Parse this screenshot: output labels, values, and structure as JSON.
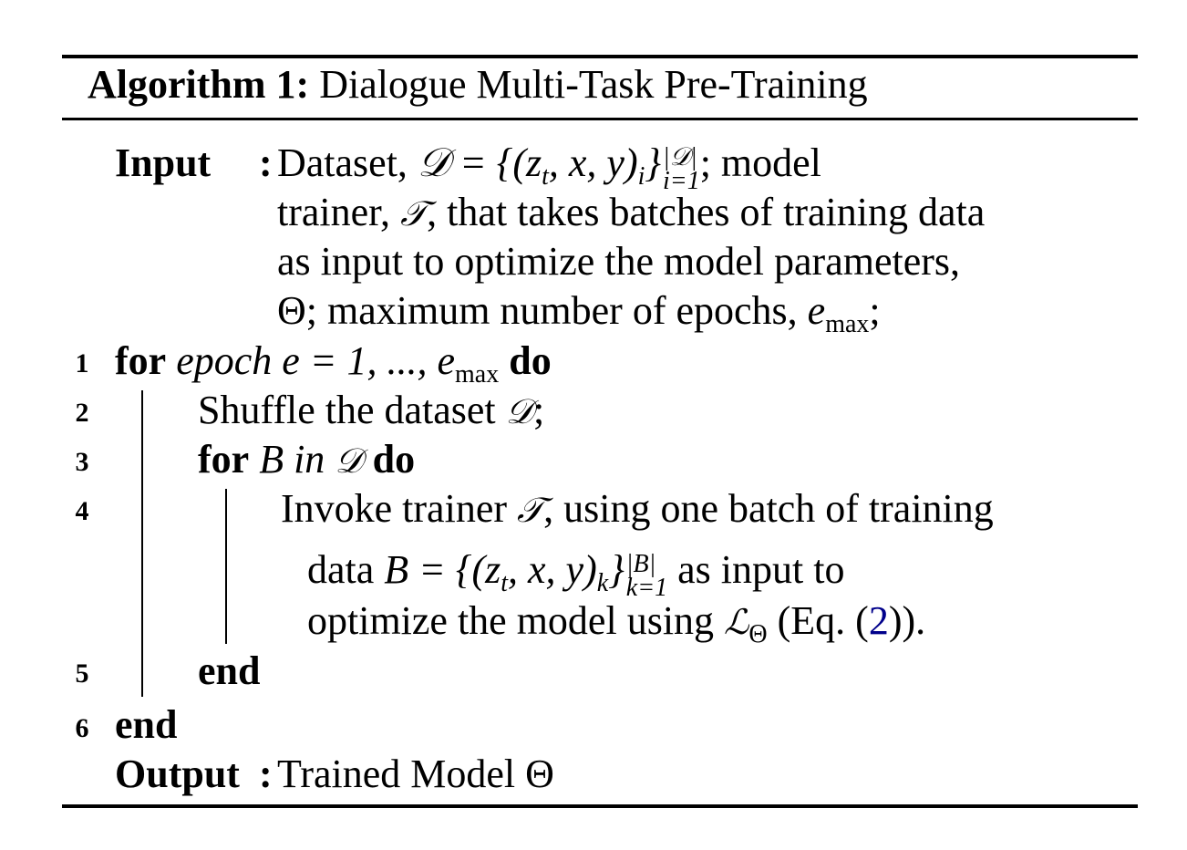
{
  "algorithm": {
    "label": "Algorithm 1:",
    "title": "Dialogue Multi-Task Pre-Training"
  },
  "input": {
    "keyword": "Input",
    "colon": ":",
    "line1_a": "Dataset, ",
    "line1_math": "𝒟 = {(z",
    "line1_math_sub_t": "t",
    "line1_math_b": ", x, y)",
    "line1_math_sub_i": "i",
    "line1_math_c": "}",
    "line1_sup": "|𝒟|",
    "line1_sub": "i=1",
    "line1_b": "; model",
    "line2_a": "trainer, ",
    "line2_sym": "𝒯",
    "line2_b": ", that takes batches of training data",
    "line3": "as input to optimize the model parameters,",
    "line4_a": "Θ; maximum number of epochs, ",
    "line4_e": "e",
    "line4_sub": "max",
    "line4_b": ";"
  },
  "steps": {
    "n1": "1",
    "n2": "2",
    "n3": "3",
    "n4": "4",
    "n5": "5",
    "n6": "6",
    "s1_for": "for",
    "s1_epoch": "epoch",
    "s1_math": " e = 1, ..., ",
    "s1_e": "e",
    "s1_sub": "max",
    "s1_do": "do",
    "s2_a": "Shuffle the dataset ",
    "s2_sym": "𝒟",
    "s2_b": ";",
    "s3_for": "for",
    "s3_B": "B",
    "s3_in": " in ",
    "s3_sym": "𝒟",
    "s3_do": "do",
    "s4_a": "Invoke trainer ",
    "s4_sym": "𝒯",
    "s4_b": ", using one batch of training",
    "s4b_a": "data ",
    "s4b_math": "B = {(z",
    "s4b_sub_t": "t",
    "s4b_math2": ", x, y)",
    "s4b_sub_k": "k",
    "s4b_math3": "}",
    "s4b_sup": "|B|",
    "s4b_sub": "k=1",
    "s4b_b": " as input to",
    "s4c_a": "optimize the model using ",
    "s4c_L": "ℒ",
    "s4c_sub": "Θ",
    "s4c_b": " (Eq. (",
    "s4c_ref": "2",
    "s4c_c": ")).",
    "s5_end": "end",
    "s6_end": "end"
  },
  "output": {
    "keyword": "Output",
    "colon": ":",
    "text": "Trained Model Θ"
  }
}
